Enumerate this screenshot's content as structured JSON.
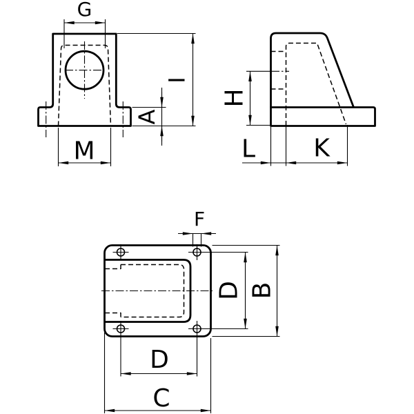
{
  "colors": {
    "line": "#000000",
    "background": "#ffffff"
  },
  "views": {
    "front": {
      "labels": {
        "width_top": "G",
        "height_overall": "I",
        "base_thickness": "A",
        "width_bottom": "M"
      }
    },
    "side": {
      "labels": {
        "bore_center_height": "H",
        "wall_thickness": "L",
        "base_depth": "K"
      }
    },
    "plan": {
      "labels": {
        "hole_diameter": "F",
        "hole_pitch_depth": "D",
        "depth_overall": "B",
        "hole_pitch_width": "D",
        "width_overall": "C"
      }
    }
  }
}
